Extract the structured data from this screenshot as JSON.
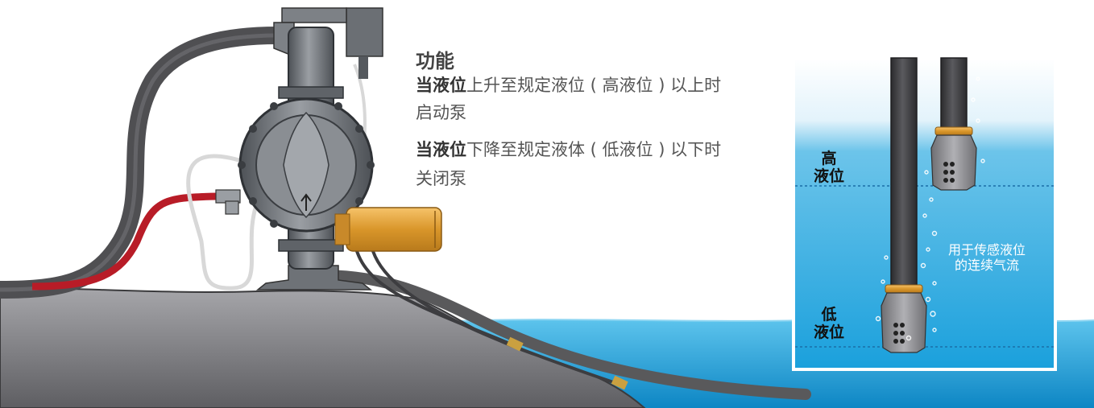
{
  "function": {
    "title": "功能",
    "line1_highlight": "当液位",
    "line1_rest": "上升至规定液位 ( 高液位 ) 以上时",
    "line2": "启动泵",
    "line3_highlight": "当液位",
    "line3_rest": "下降至规定液体 ( 低液位 ) 以下时",
    "line4": "关闭泵"
  },
  "inset": {
    "high_level_line1": "高",
    "high_level_line2": "液位",
    "low_level_line1": "低",
    "low_level_line2": "液位",
    "airflow_line1": "用于传感液位",
    "airflow_line2": "的连续气流"
  },
  "colors": {
    "water": "#1a9ed9",
    "ground": "#8e8e92",
    "hose_dark": "#59595b",
    "hose_red": "#b81c27",
    "sensor_gold": "#e0a030",
    "pump_body": "#6f7378"
  }
}
